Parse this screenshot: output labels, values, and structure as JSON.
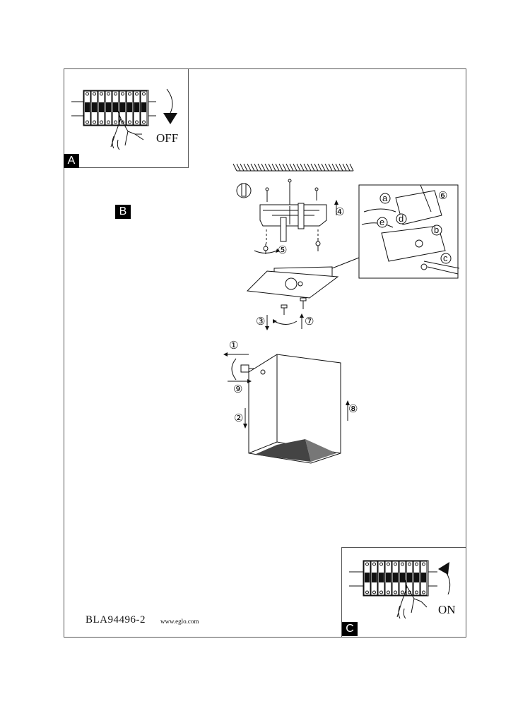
{
  "panels": {
    "a": {
      "tag": "A",
      "state_label": "OFF"
    },
    "b": {
      "tag": "B"
    },
    "c": {
      "tag": "C",
      "state_label": "ON"
    }
  },
  "step_numbers": [
    "①",
    "②",
    "③",
    "④",
    "⑤",
    "⑥",
    "⑦",
    "⑧",
    "⑨"
  ],
  "wire_labels": [
    "a",
    "b",
    "c",
    "d",
    "e"
  ],
  "footer": {
    "document_code": "BLA94496-2",
    "website": "www.eglo.com"
  },
  "icons": [
    "circuit-breaker-icon",
    "hand-icon",
    "rotation-arrow-icon",
    "screw-icon",
    "ceiling-hatch-icon"
  ]
}
